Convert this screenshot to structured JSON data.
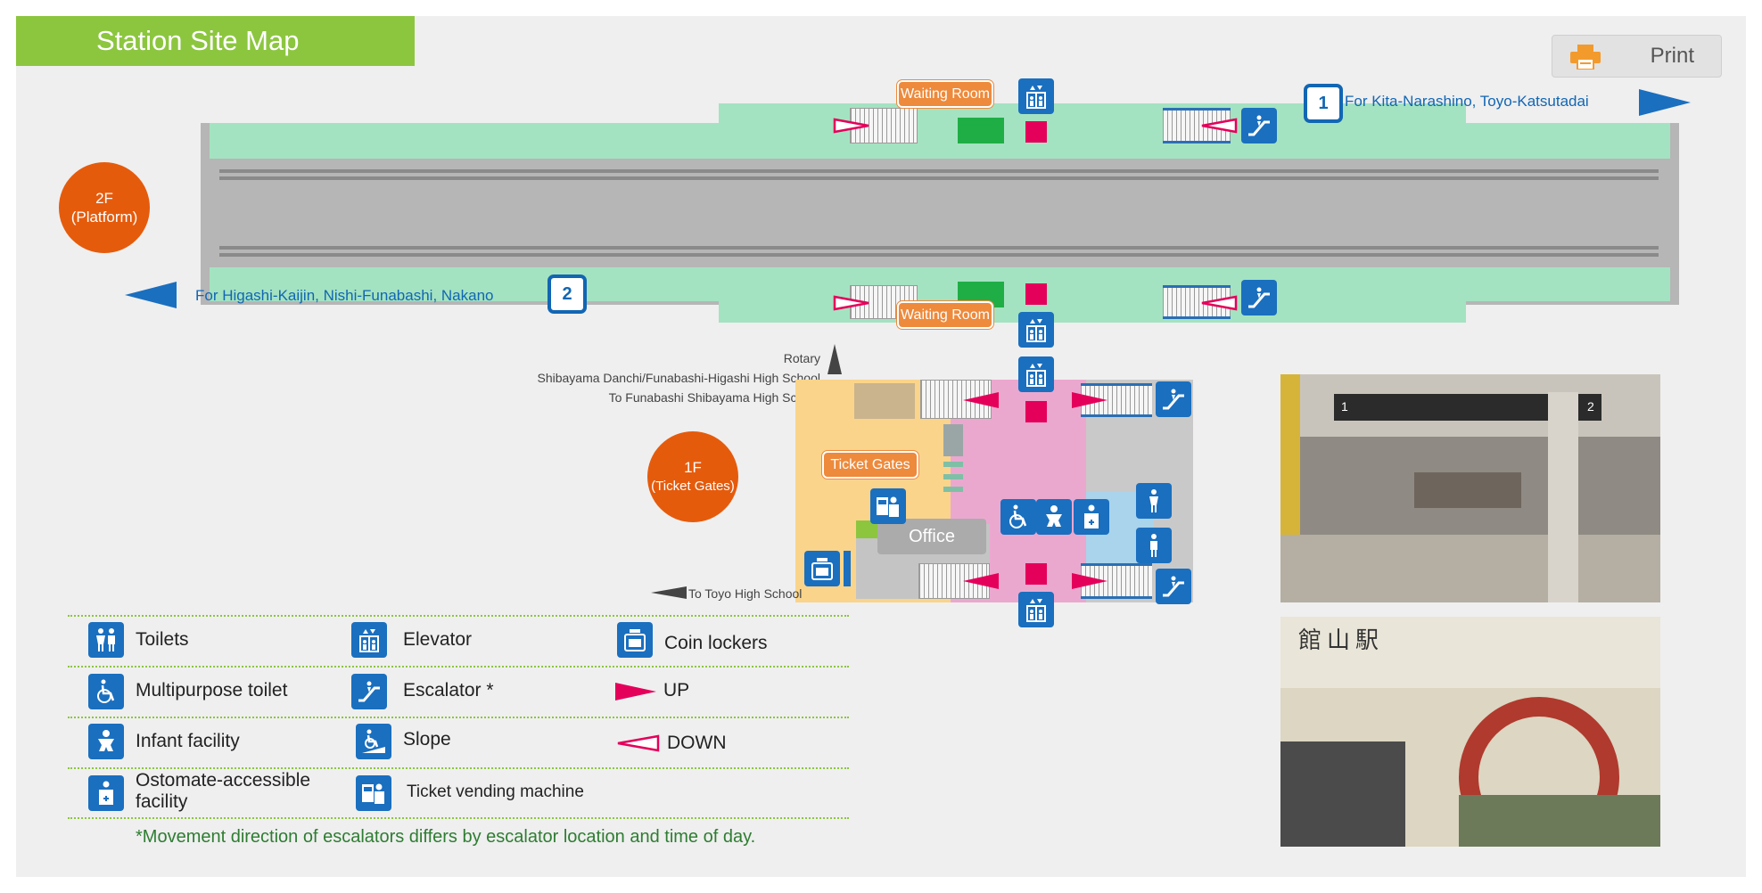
{
  "header": {
    "title": "Station Site Map",
    "print_label": "Print"
  },
  "floors": {
    "platform": {
      "line1": "2F",
      "line2": "(Platform)"
    },
    "ticket_gates": {
      "line1": "1F",
      "line2": "(Ticket Gates)"
    }
  },
  "platform": {
    "track1": {
      "number": "1",
      "direction": "For Kita-Narashino, Toyo-Katsutadai"
    },
    "track2": {
      "number": "2",
      "direction": "For Higashi-Kaijin, Nishi-Funabashi, Nakano"
    },
    "waiting_room": "Waiting Room"
  },
  "concourse": {
    "ticket_gates": "Ticket Gates",
    "office": "Office",
    "exit_north": {
      "line1": "Rotary",
      "line2": "Shibayama Danchi/Funabashi-Higashi High School",
      "line3": "To Funabashi Shibayama High School"
    },
    "exit_west": "To Toyo High School"
  },
  "legend": {
    "toilets": "Toilets",
    "elevator": "Elevator",
    "coin_lockers": "Coin lockers",
    "multipurpose_toilet": "Multipurpose toilet",
    "escalator": "Escalator *",
    "up": "UP",
    "infant_facility": "Infant facility",
    "slope": "Slope",
    "down": "DOWN",
    "ostomate_line1": "Ostomate-accessible",
    "ostomate_line2": "facility",
    "ticket_vending_machine": "Ticket vending machine",
    "footnote": "*Movement direction of escalators differs by escalator location and time of day."
  },
  "photos": {
    "concourse_signs": {
      "left": "1",
      "right": "2"
    },
    "building_sign": "館山駅"
  },
  "colors": {
    "accent_green": "#8cc63f",
    "floor_orange": "#e55b0c",
    "icon_blue": "#1a6fbf",
    "up_magenta": "#e4005a",
    "platform_green": "#a4e3c1",
    "tag_orange": "#ed8a3c"
  }
}
